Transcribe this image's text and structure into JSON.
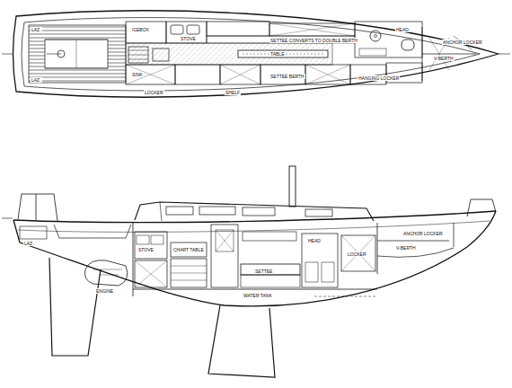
{
  "diagram": {
    "labels": [
      "LAZ.",
      "LAZ.",
      "ICEBOX",
      "SINK",
      "STOVE",
      "SETTEE CONVERTS TO DOUBLE BERTH",
      "TABLE",
      "SETTEE BERTH",
      "LOCKER",
      "SHELF",
      "HANGING LOCKER",
      "HEAD",
      "ANCHOR LOCKER",
      "V-BERTH",
      "LAZ.",
      "ENGINE",
      "STOVE",
      "CHART TABLE",
      "SETTEE",
      "WATER TANK",
      "LOCKER",
      "HEAD",
      "V-BERTH",
      "ANCHOR LOCKER"
    ]
  }
}
